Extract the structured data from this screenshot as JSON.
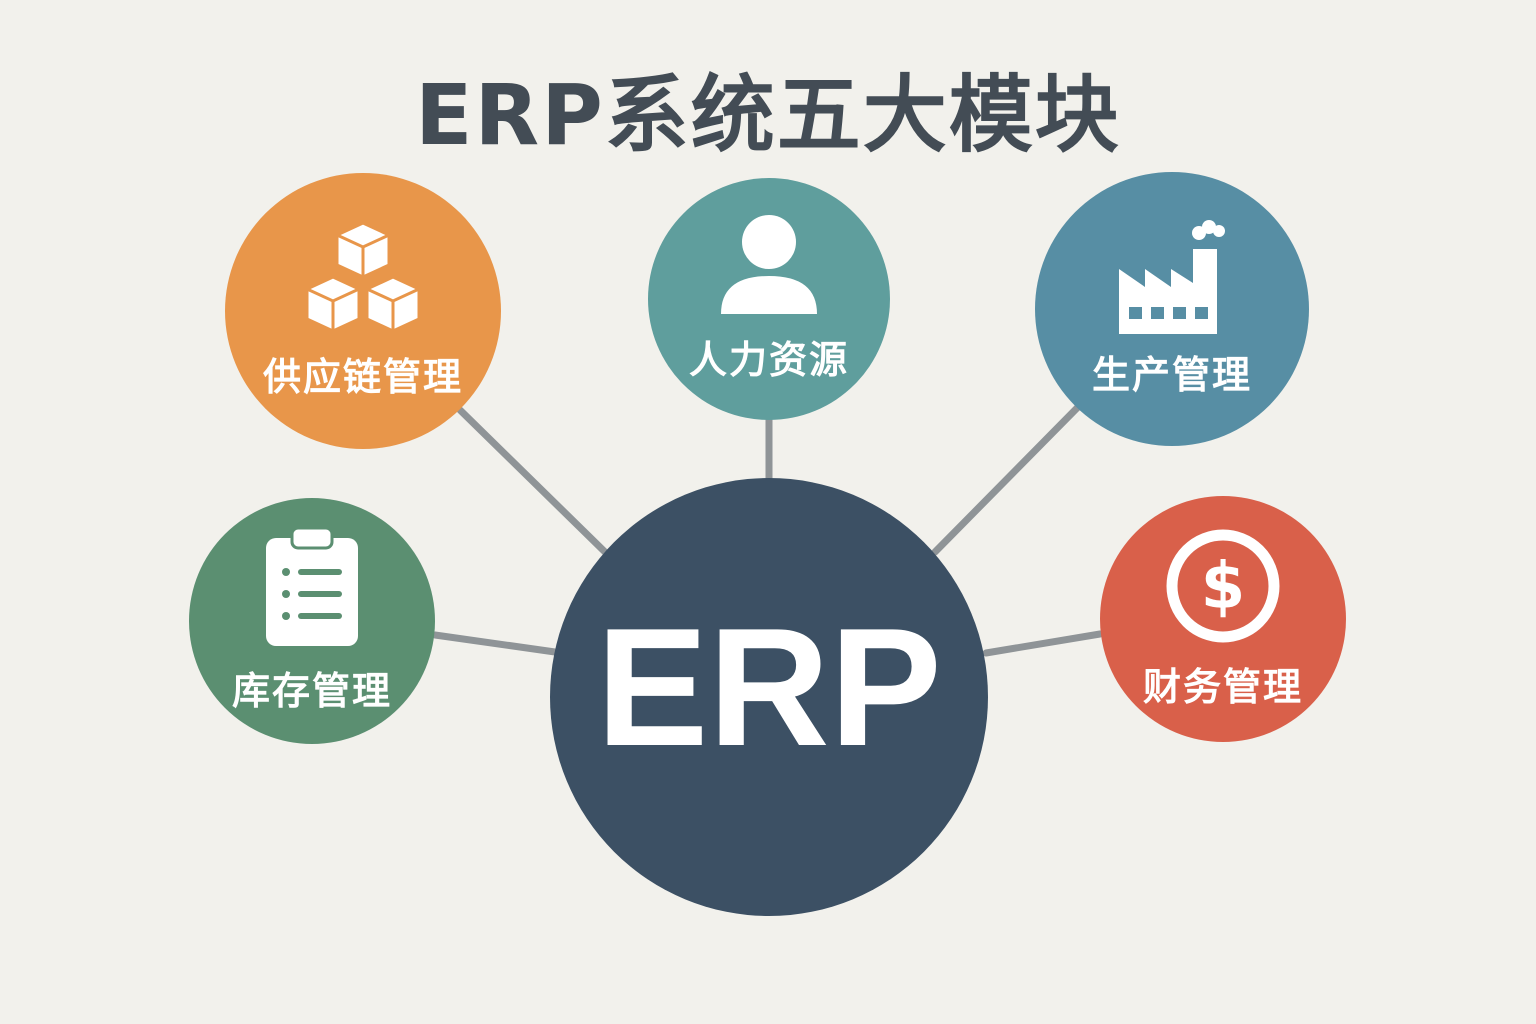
{
  "title": "ERP系统五大模块",
  "center": {
    "label": "ERP",
    "color": "#3c5064"
  },
  "modules": [
    {
      "label": "供应链管理",
      "icon": "boxes-icon",
      "color": "#e8964a"
    },
    {
      "label": "人力资源",
      "icon": "person-icon",
      "color": "#5f9e9d"
    },
    {
      "label": "生产管理",
      "icon": "factory-icon",
      "color": "#578ea4"
    },
    {
      "label": "库存管理",
      "icon": "clipboard-icon",
      "color": "#5b8f71"
    },
    {
      "label": "财务管理",
      "icon": "dollar-icon",
      "color": "#d9604a"
    }
  ]
}
